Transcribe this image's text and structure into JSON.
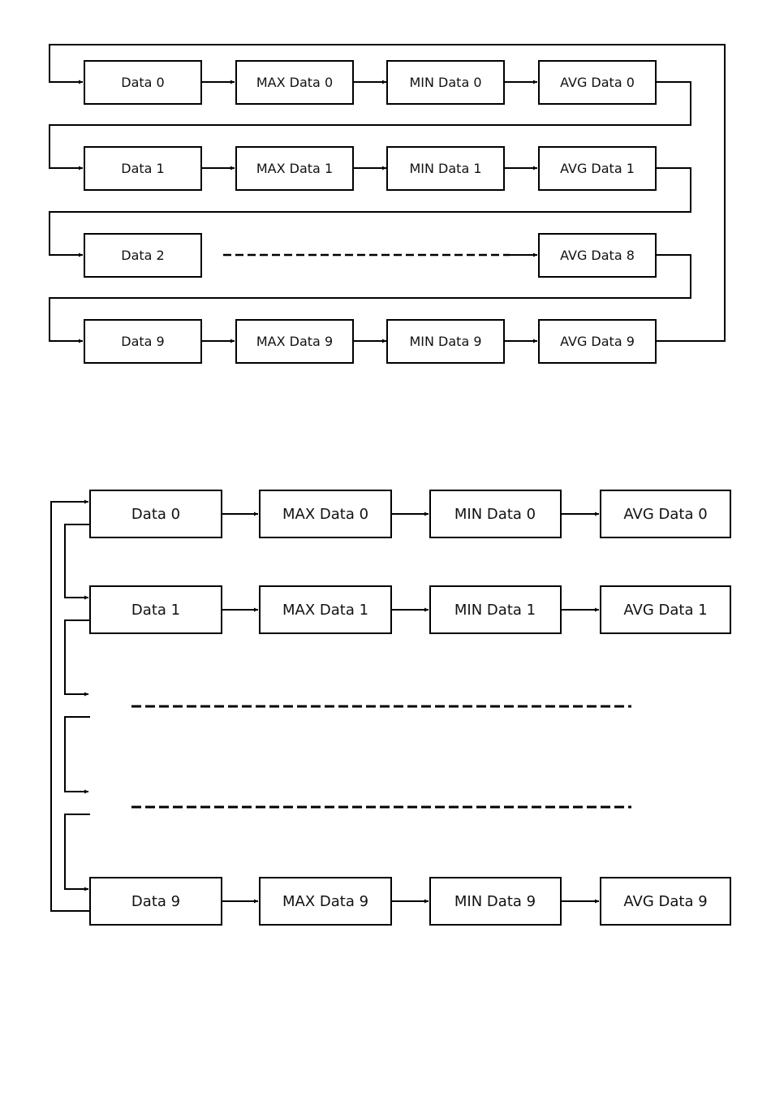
{
  "diagrams": [
    {
      "rows": [
        [
          "Data 0",
          "MAX Data 0",
          "MIN Data 0",
          "AVG Data 0"
        ],
        [
          "Data 1",
          "MAX Data 1",
          "MIN Data 1",
          "AVG Data 1"
        ],
        [
          "Data 2",
          "",
          "",
          "AVG Data 8"
        ],
        [
          "Data 9",
          "MAX Data 9",
          "MIN Data 9",
          "AVG Data 9"
        ]
      ]
    },
    {
      "rows": [
        [
          "Data 0",
          "MAX Data 0",
          "MIN Data 0",
          "AVG Data 0"
        ],
        [
          "Data 1",
          "MAX Data 1",
          "MIN Data 1",
          "AVG Data 1"
        ],
        [
          "Data 9",
          "MAX Data 9",
          "MIN Data 9",
          "AVG Data 9"
        ]
      ]
    }
  ]
}
